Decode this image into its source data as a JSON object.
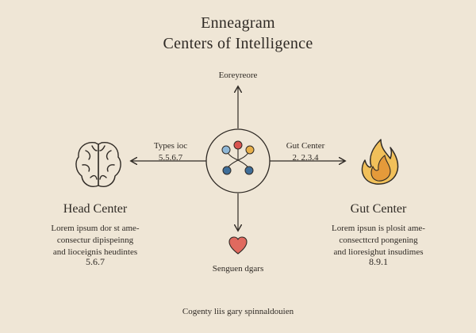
{
  "title": {
    "line1": "Enneagram",
    "line2": "Centers of Intelligence"
  },
  "top_label": "Eoreyreore",
  "left_arrow": {
    "line1": "Types ioc",
    "line2": "5.5.6.7"
  },
  "right_arrow": {
    "line1": "Gut Center",
    "line2": "2.  2.3.4"
  },
  "head_center": {
    "icon": "brain-icon",
    "heading": "Head Center",
    "desc": [
      "Lorem ipsum dor st ame-",
      "consectur dipispeinng",
      "and lioceignis heudintes"
    ],
    "types": "5.6.7"
  },
  "gut_center": {
    "icon": "flame-icon",
    "heading": "Gut Center",
    "desc": [
      "Lorem ipsun is plosit ame-",
      "consecttcrd pongening",
      "and lioresighut insudimes"
    ],
    "types": "8.9.1"
  },
  "bottom_label": "Senguen dgars",
  "bottom_icon": "heart-icon",
  "footer": "Cogenty liis gary spinnaldouien",
  "colors": {
    "background": "#efe6d6",
    "ink": "#2f2a25",
    "red": "#d9534f",
    "blue": "#3f6e99",
    "light_blue": "#8fb7d6",
    "orange": "#e8b04b",
    "flame": "#e59a3a"
  }
}
